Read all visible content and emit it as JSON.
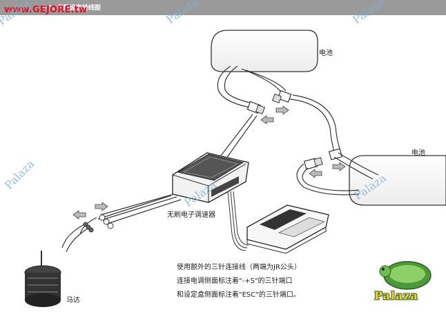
{
  "header": {
    "title": "1-1. 参数设定接线图",
    "site_url": "www.GEJORE.tw"
  },
  "watermarks": [
    "Palaza",
    "Palaza",
    "Palaza",
    "Palaza",
    "Palaza",
    "Palaza"
  ],
  "labels": {
    "battery_top": "电池",
    "battery_right": "电池",
    "esc": "无刷电子调速器",
    "motor": "马达"
  },
  "notes": [
    "使用额外的三针连接线（两端为JR公头）",
    "连接电调侧面标注着\"-+S\"的三针端口",
    "和设定盒侧面标注着\"ESC\"的三针端口。"
  ],
  "logo": {
    "text": "Palaza"
  },
  "colors": {
    "header_bg": "#9a9a9a",
    "url_red": "#e0102a",
    "watermark_blue": "#7fb2d8"
  }
}
